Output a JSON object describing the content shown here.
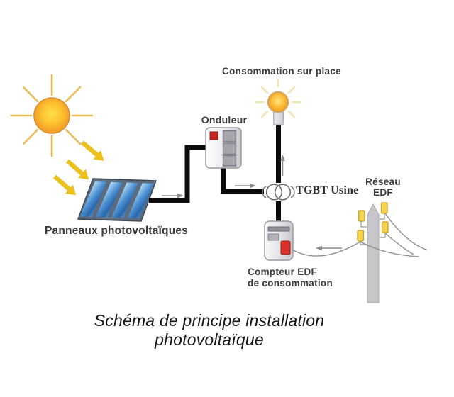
{
  "caption": "Schéma de principe installation photovoltaïque",
  "diagram": {
    "labels": {
      "consumption": "Consommation sur place",
      "inverter": "Onduleur",
      "panels": "Panneaux photovoltaïques",
      "tgbt": "TGBT Usine",
      "grid_line1": "Réseau",
      "grid_line2": "EDF",
      "meter_line1": "Compteur EDF",
      "meter_line2": "de consommation"
    },
    "colors": {
      "sun": "#fdc431",
      "sun_ray": "#e9bb55",
      "sunbeam_arrow": "#ecc01d",
      "panel_cell_blue": "#4b90d2",
      "panel_frame": "#5d6b7c",
      "wire_black": "#0c0c0c",
      "flow_arrow_gray": "#8a8a8a",
      "device_body": "#e4e4e8",
      "device_border": "#98989e",
      "inverter_indicator_red": "#c8241f",
      "meter_red": "#d6322a",
      "bulb_orange": "#f6a81f",
      "bulb_ray": "#f2e3ad",
      "pole_gray": "#c7c7cb",
      "insulator_yellow": "#f3d44e"
    }
  }
}
